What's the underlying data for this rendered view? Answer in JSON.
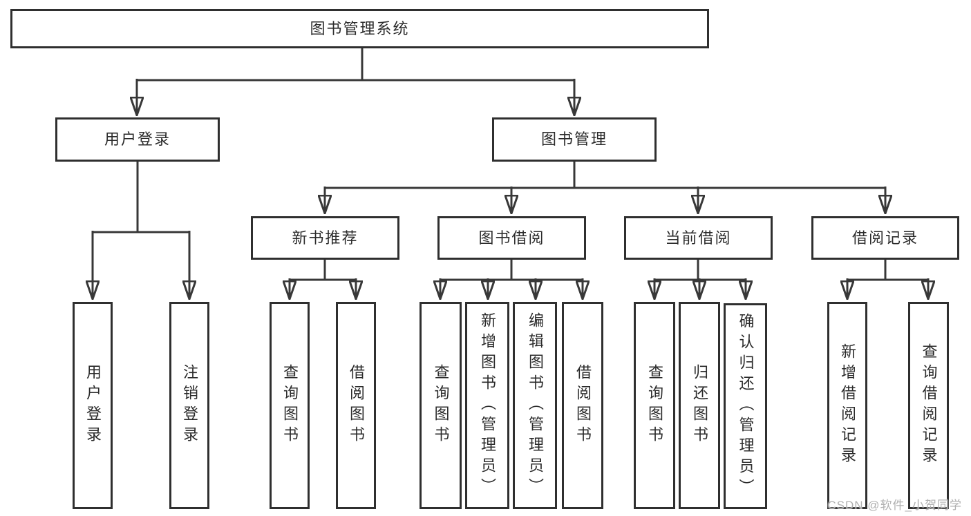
{
  "diagram": {
    "title": "图书管理系统",
    "root": {
      "label": "图书管理系统"
    },
    "branches": [
      {
        "label": "用户登录"
      },
      {
        "label": "图书管理"
      }
    ],
    "modules": [
      {
        "label": "新书推荐"
      },
      {
        "label": "图书借阅"
      },
      {
        "label": "当前借阅"
      },
      {
        "label": "借阅记录"
      }
    ],
    "leaves": {
      "login": [
        "用户登录",
        "注销登录"
      ],
      "new_books": [
        "查询图书",
        "借阅图书"
      ],
      "book_borrow": [
        "查询图书",
        "新增图书（管理员）",
        "编辑图书（管理员）",
        "借阅图书"
      ],
      "current_borrow": [
        "查询图书",
        "归还图书",
        "确认归还（管理员）"
      ],
      "borrow_records": [
        "新增借阅记录",
        "查询借阅记录"
      ]
    }
  },
  "watermark": {
    "text": "CSDN @软件_小贺同学"
  },
  "colors": {
    "background": "#ffffff",
    "line": "#383838",
    "box_border": "#2f2f2f",
    "text": "#2b2b2b",
    "watermark": "#b0b0b0"
  }
}
